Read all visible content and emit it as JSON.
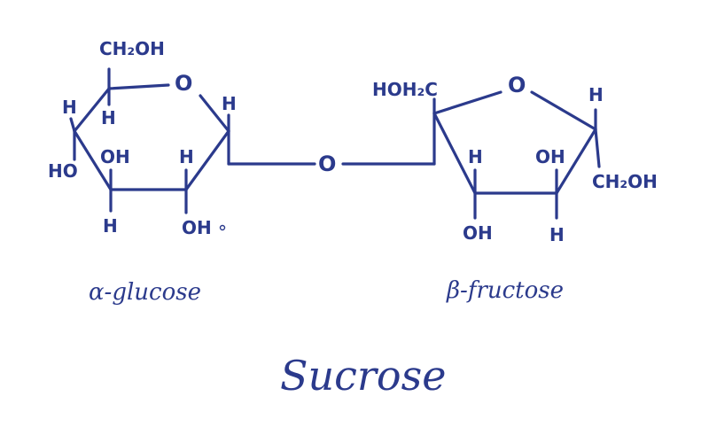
{
  "glucose": {
    "ch2oh_top": "CH₂OH",
    "ring_o": "O",
    "h_c5": "H",
    "h_c4_up": "H",
    "h_c1": "H",
    "oh_c3": "OH",
    "h_c2": "H",
    "ho_c4": "HO",
    "h_c3_down": "H",
    "oh_c2_down": "OH",
    "name": "α-glucose"
  },
  "link": {
    "o": "O"
  },
  "fructose": {
    "hoh2c": "HOH₂C",
    "ring_o": "O",
    "h_c5": "H",
    "h_c3": "H",
    "oh_c4_up": "OH",
    "ch2oh_right": "CH₂OH",
    "oh_c3_down": "OH",
    "h_c4_down": "H",
    "name": "β-fructose"
  },
  "title": "Sucrose"
}
